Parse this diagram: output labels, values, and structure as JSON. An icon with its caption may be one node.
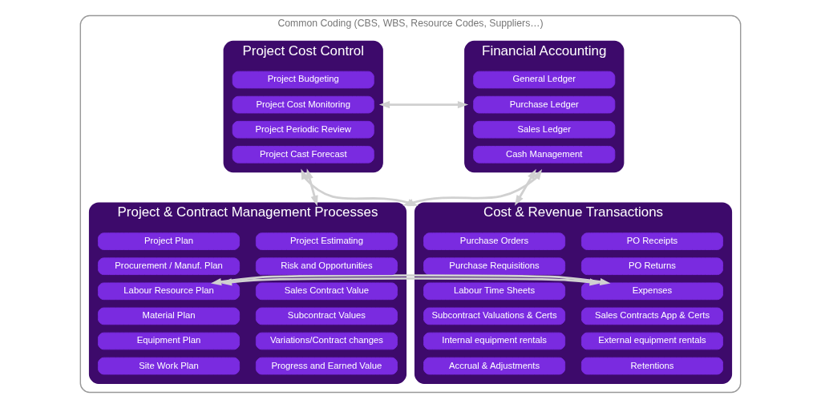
{
  "diagram": {
    "nodes": [
      {
        "text": [
          "Common Coding (CBS, WBS, Resource Codes, Suppliers…)"
        ]
      },
      {
        "text": [
          "Financial Accounting"
        ],
        "in": 0
      },
      {
        "text": [
          "General Ledger"
        ],
        "in": 1
      },
      {
        "text": [
          "Purchase Ledger"
        ],
        "in": 1
      },
      {
        "text": [
          "Sales Ledger"
        ],
        "in": 1
      },
      {
        "text": [
          "Cash Management"
        ],
        "in": 1
      },
      {
        "text": [
          "Project Cost Control"
        ],
        "in": 0
      },
      {
        "text": [
          "Project Budgeting"
        ],
        "in": 6
      },
      {
        "text": [
          "Project Cost Monitoring"
        ],
        "in": 6
      },
      {
        "text": [
          "Project Periodic Review"
        ],
        "in": 6
      },
      {
        "text": [
          "Project Cast Forecast"
        ],
        "in": 6
      },
      {
        "text": [
          "Cost & Revenue Transactions"
        ],
        "in": 0
      },
      {
        "text": [
          "Purchase Orders"
        ],
        "in": 11
      },
      {
        "text": [
          "PO Receipts"
        ],
        "in": 11
      },
      {
        "text": [
          "Purchase Requisitions"
        ],
        "in": 11
      },
      {
        "text": [
          "PO Returns"
        ],
        "in": 11
      },
      {
        "text": [
          "Labour Time Sheets"
        ],
        "in": 11
      },
      {
        "text": [
          "Expenses"
        ],
        "in": 11
      },
      {
        "text": [
          "Subcontract Valuations & Certs"
        ],
        "in": 11
      },
      {
        "text": [
          "Sales Contracts App & Certs"
        ],
        "in": 11
      },
      {
        "text": [
          "Internal equipment rentals"
        ],
        "in": 11
      },
      {
        "text": [
          "External equipment rentals"
        ],
        "in": 11
      },
      {
        "text": [
          "Accrual & Adjustments"
        ],
        "in": 11
      },
      {
        "text": [
          "Retentions"
        ],
        "in": 11
      },
      {
        "text": [
          "Project & Contract Management Processes"
        ],
        "in": 0
      },
      {
        "text": [
          "Project Plan"
        ],
        "in": 24
      },
      {
        "text": [
          "Project Estimating"
        ],
        "in": 24
      },
      {
        "text": [
          "Procurement / Manuf. Plan"
        ],
        "in": 24
      },
      {
        "text": [
          "Risk and Opportunities"
        ],
        "in": 24
      },
      {
        "text": [
          "Labour Resource Plan"
        ],
        "in": 24
      },
      {
        "text": [
          "Sales Contract Value"
        ],
        "in": 24
      },
      {
        "text": [
          "Material Plan"
        ],
        "in": 24
      },
      {
        "text": [
          "Subcontract Values"
        ],
        "in": 24
      },
      {
        "text": [
          "Equipment Plan"
        ],
        "in": 24
      },
      {
        "text": [
          "Variations/Contract changes"
        ],
        "in": 24
      },
      {
        "text": [
          "Site Work Plan"
        ],
        "in": 24
      },
      {
        "text": [
          "Progress and Earned Value"
        ],
        "in": 24
      }
    ],
    "edges": [
      {
        "from": 1,
        "to": 6,
        "arrow": "both"
      },
      {
        "from": 1,
        "to": 11,
        "arrow": "both"
      },
      {
        "from": 6,
        "to": 24,
        "arrow": "both"
      },
      {
        "from": 1,
        "to": 24,
        "arrow": "both"
      },
      {
        "from": 6,
        "to": 11,
        "arrow": "both"
      },
      {
        "from": 11,
        "to": 24,
        "arrow": "both"
      }
    ]
  }
}
